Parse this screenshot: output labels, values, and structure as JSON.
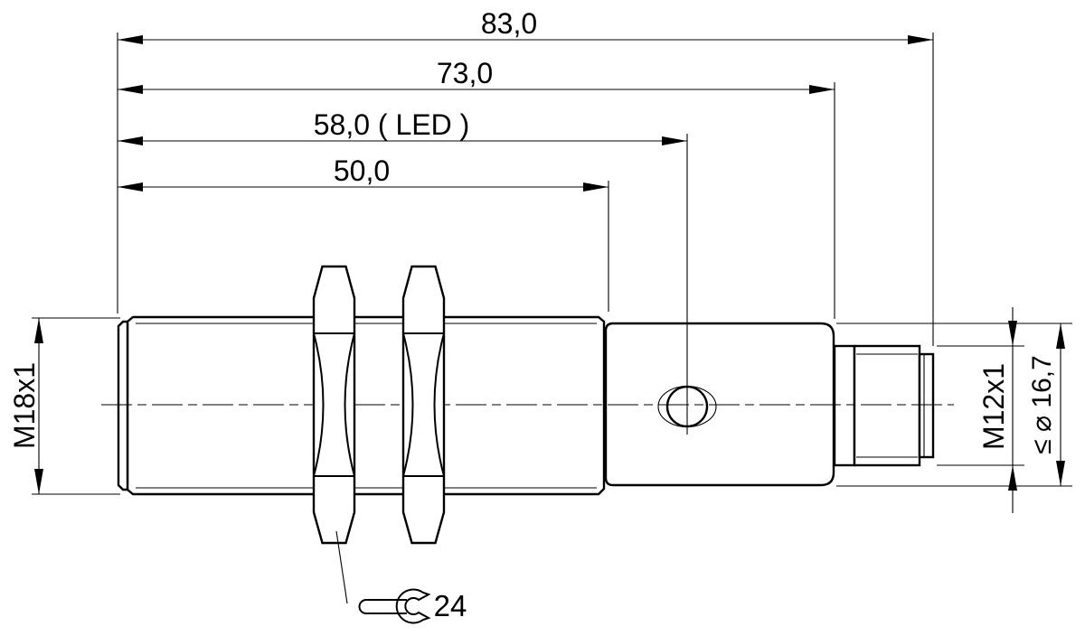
{
  "colors": {
    "line": "#000000",
    "background": "#ffffff"
  },
  "labels": {
    "overall_length": "83,0",
    "housing_length": "73,0",
    "led_position": "58,0 ( LED )",
    "thread_length": "50,0",
    "thread_size": "M18x1",
    "connector_thread": "M12x1",
    "housing_max_diameter": "≤ ⌀ 16,7",
    "wrench_size": "24"
  },
  "icons": {
    "wrench": "open-end-wrench-icon"
  }
}
